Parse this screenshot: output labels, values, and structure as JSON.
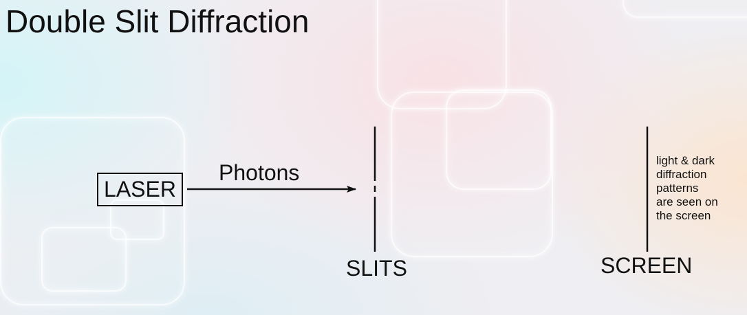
{
  "slide": {
    "title": "Double Slit Diffraction"
  },
  "diagram": {
    "laser_label": "LASER",
    "beam_label": "Photons",
    "slits_label": "SLITS",
    "screen_label": "SCREEN",
    "screen_note": "light & dark\ndiffraction\npatterns\nare seen on\nthe screen"
  }
}
